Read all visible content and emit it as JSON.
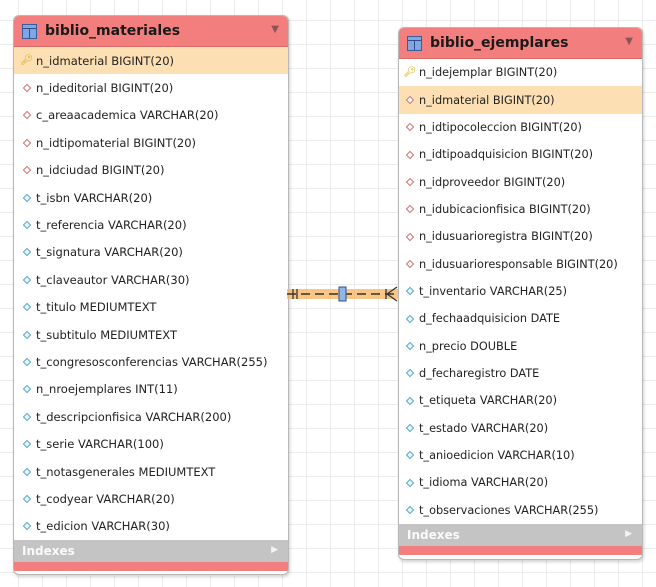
{
  "tables": {
    "materiales": {
      "title": "biblio_materiales",
      "indexes_label": "Indexes",
      "columns": [
        {
          "text": "n_idmaterial BIGINT(20)",
          "icon": "primary-key"
        },
        {
          "text": "n_ideditorial BIGINT(20)",
          "icon": "foreign-key"
        },
        {
          "text": "c_areaacademica VARCHAR(20)",
          "icon": "foreign-key"
        },
        {
          "text": "n_idtipomaterial BIGINT(20)",
          "icon": "foreign-key"
        },
        {
          "text": "n_idciudad BIGINT(20)",
          "icon": "foreign-key"
        },
        {
          "text": "t_isbn VARCHAR(20)",
          "icon": "column"
        },
        {
          "text": "t_referencia VARCHAR(20)",
          "icon": "column"
        },
        {
          "text": "t_signatura VARCHAR(20)",
          "icon": "column"
        },
        {
          "text": "t_claveautor VARCHAR(30)",
          "icon": "column"
        },
        {
          "text": "t_titulo MEDIUMTEXT",
          "icon": "column"
        },
        {
          "text": "t_subtitulo MEDIUMTEXT",
          "icon": "column"
        },
        {
          "text": "t_congresosconferencias VARCHAR(255)",
          "icon": "column"
        },
        {
          "text": "n_nroejemplares INT(11)",
          "icon": "column"
        },
        {
          "text": "t_descripcionfisica VARCHAR(200)",
          "icon": "column"
        },
        {
          "text": "t_serie VARCHAR(100)",
          "icon": "column"
        },
        {
          "text": "t_notasgenerales MEDIUMTEXT",
          "icon": "column"
        },
        {
          "text": "t_codyear VARCHAR(20)",
          "icon": "column"
        },
        {
          "text": "t_edicion VARCHAR(30)",
          "icon": "column"
        }
      ]
    },
    "ejemplares": {
      "title": "biblio_ejemplares",
      "indexes_label": "Indexes",
      "columns": [
        {
          "text": "n_idejemplar BIGINT(20)",
          "icon": "primary-key"
        },
        {
          "text": "n_idmaterial BIGINT(20)",
          "icon": "foreign-key"
        },
        {
          "text": "n_idtipocoleccion BIGINT(20)",
          "icon": "foreign-key"
        },
        {
          "text": "n_idtipoadquisicion BIGINT(20)",
          "icon": "foreign-key"
        },
        {
          "text": "n_idproveedor BIGINT(20)",
          "icon": "foreign-key"
        },
        {
          "text": "n_idubicacionfisica BIGINT(20)",
          "icon": "foreign-key"
        },
        {
          "text": "n_idusuarioregistra BIGINT(20)",
          "icon": "foreign-key"
        },
        {
          "text": "n_idusuarioresponsable BIGINT(20)",
          "icon": "foreign-key"
        },
        {
          "text": "t_inventario VARCHAR(25)",
          "icon": "column"
        },
        {
          "text": "d_fechaadquisicion DATE",
          "icon": "column"
        },
        {
          "text": "n_precio DOUBLE",
          "icon": "column"
        },
        {
          "text": "d_fecharegistro DATE",
          "icon": "column"
        },
        {
          "text": "t_etiqueta VARCHAR(20)",
          "icon": "column"
        },
        {
          "text": "t_estado VARCHAR(20)",
          "icon": "column"
        },
        {
          "text": "t_anioedicion VARCHAR(10)",
          "icon": "column"
        },
        {
          "text": "t_idioma VARCHAR(20)",
          "icon": "column"
        },
        {
          "text": "t_observaciones VARCHAR(255)",
          "icon": "column"
        }
      ]
    }
  },
  "colors": {
    "header": "#f27f7d",
    "selected_row": "#fce0b4",
    "relationship_highlight": "#f7b35c",
    "relationship_line": "#333333",
    "midpoint_marker": "#8fb6ea"
  }
}
